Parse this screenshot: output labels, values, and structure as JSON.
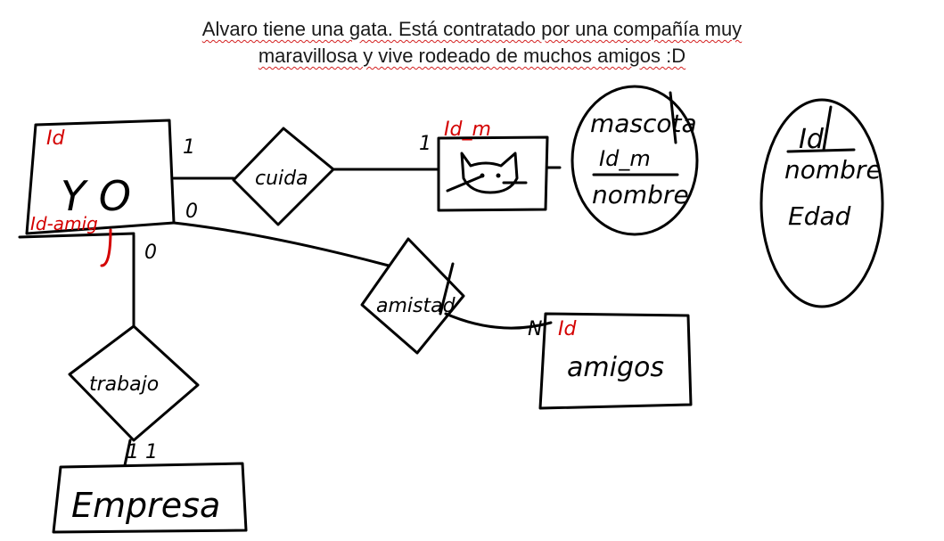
{
  "header": {
    "line1": "Alvaro tiene una gata. Está contratado por una compañía muy",
    "line2": "maravillosa y vive rodeado de muchos amigos :D"
  },
  "entities": {
    "yo": {
      "label": "Y O",
      "attr_top": "Id",
      "attr_bottom": "Id-amig"
    },
    "gata": {
      "attr": "Id_m",
      "icon": "cat-icon"
    },
    "amigos": {
      "label": "amigos",
      "attr": "Id"
    },
    "empresa": {
      "label": "Empresa"
    }
  },
  "relationships": {
    "cuida": "cuida",
    "amistad": "amistad",
    "trabajo": "trabajo"
  },
  "cardinalities": {
    "yo_cuida": "1",
    "gata_cuida": "1",
    "yo_amistad": "0",
    "yo_trabajo": "0",
    "amigos_amistad": "N",
    "empresa_trabajo": "1 1"
  },
  "notes": {
    "mascota": {
      "title": "mascota",
      "line2": "Id_m",
      "line3": "nombre"
    },
    "persona": {
      "line1": "Id",
      "line2": "nombre",
      "line3": "Edad"
    }
  }
}
